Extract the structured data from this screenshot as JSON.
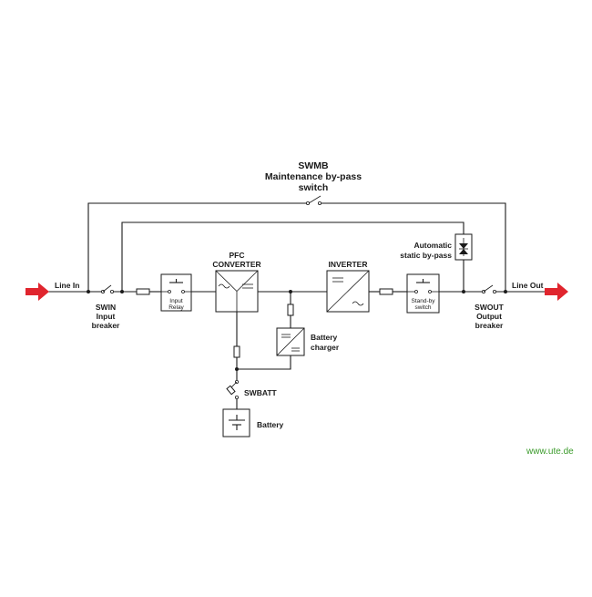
{
  "title": {
    "line1": "SWMB",
    "line2": "Maintenance by-pass",
    "line3": "switch"
  },
  "labels": {
    "line_in": "Line In",
    "line_out": "Line Out",
    "swin_1": "SWIN",
    "swin_2": "Input",
    "swin_3": "breaker",
    "input_relay_1": "Input",
    "input_relay_2": "Relay",
    "pfc_1": "PFC",
    "pfc_2": "CONVERTER",
    "inverter": "INVERTER",
    "auto_bypass_1": "Automatic",
    "auto_bypass_2": "static by-pass",
    "standby_1": "Stand-by",
    "standby_2": "switch",
    "swout_1": "SWOUT",
    "swout_2": "Output",
    "swout_3": "breaker",
    "charger_1": "Battery",
    "charger_2": "charger",
    "swbatt": "SWBATT",
    "battery": "Battery"
  },
  "watermark": "www.ute.de",
  "colors": {
    "arrow": "#e0252e",
    "line": "#1a1a1a",
    "watermark": "#3a9a2a"
  }
}
